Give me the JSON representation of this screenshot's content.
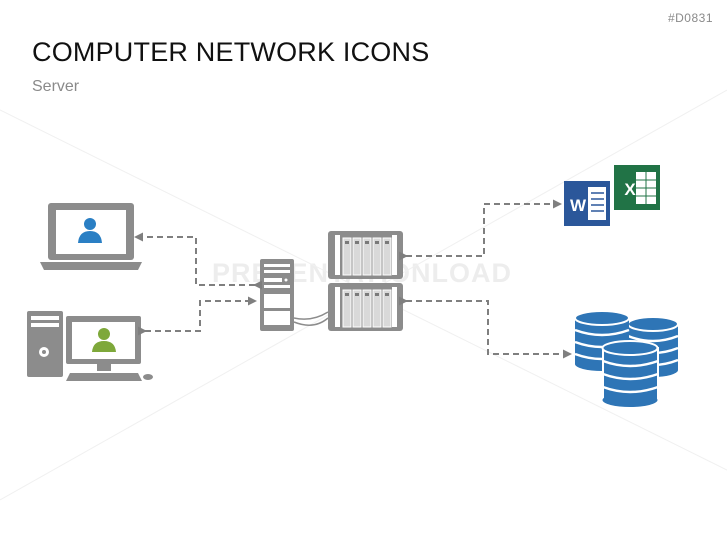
{
  "slide_id": "#D0831",
  "title": "COMPUTER NETWORK ICONS",
  "subtitle": "Server",
  "watermark": "PRESENTATIONLOAD",
  "colors": {
    "device_gray": "#8c8c8c",
    "device_dark": "#7a7a7a",
    "screen_fill": "#ffffff",
    "user_blue": "#2a7fc4",
    "user_green": "#7ea83a",
    "arrow_gray": "#7f7f7f",
    "word_blue": "#2b579a",
    "excel_green": "#217346",
    "database_blue": "#2e75b6"
  },
  "nodes": [
    {
      "id": "laptop",
      "icon": "laptop-icon",
      "user": "user-icon-blue"
    },
    {
      "id": "desktop",
      "icon": "desktop-computer-icon",
      "user": "user-icon-green"
    },
    {
      "id": "server-tower",
      "icon": "server-tower-icon"
    },
    {
      "id": "server-rack",
      "icon": "server-rack-icon"
    },
    {
      "id": "office-docs",
      "icon": "word-excel-icons",
      "word_letter": "W",
      "excel_letter": "X"
    },
    {
      "id": "databases",
      "icon": "database-icon"
    }
  ],
  "edges": [
    {
      "from": "server-tower",
      "to": "laptop",
      "style": "dashed"
    },
    {
      "from": "desktop",
      "to": "server-tower",
      "style": "dashed"
    },
    {
      "from": "server-rack",
      "to": "office-docs",
      "style": "dashed"
    },
    {
      "from": "server-rack",
      "to": "databases",
      "style": "dashed"
    }
  ]
}
